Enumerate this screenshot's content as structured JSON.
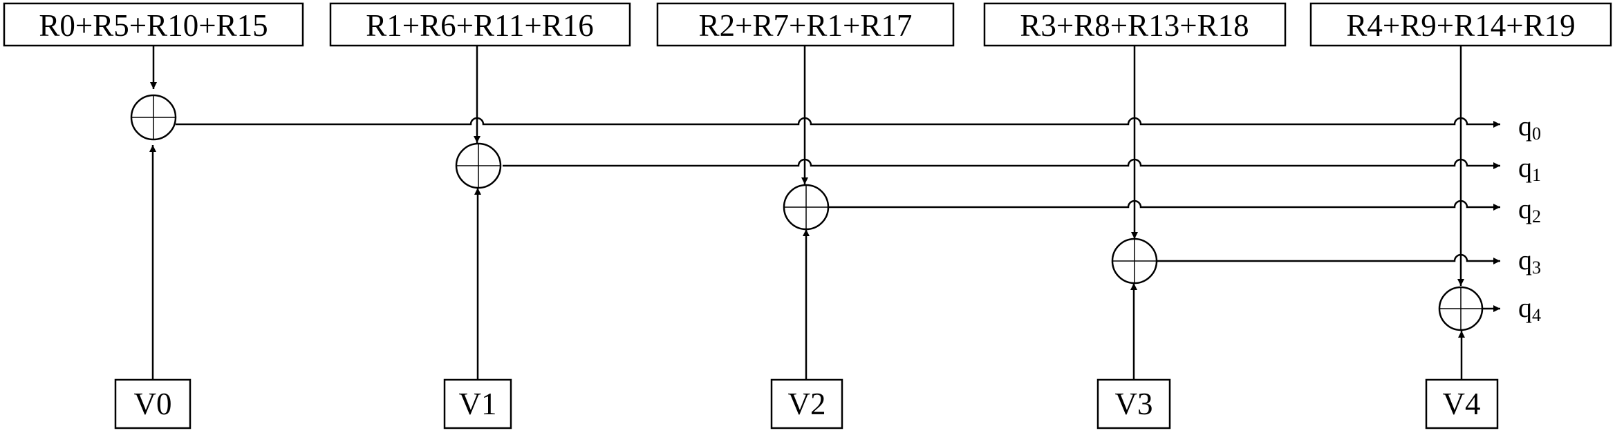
{
  "diagram": {
    "sum_boxes": [
      {
        "label": "R0+R5+R10+R15"
      },
      {
        "label": "R1+R6+R11+R16"
      },
      {
        "label": "R2+R7+R1+R17"
      },
      {
        "label": "R3+R8+R13+R18"
      },
      {
        "label": "R4+R9+R14+R19"
      }
    ],
    "input_boxes": [
      {
        "label": "V0"
      },
      {
        "label": "V1"
      },
      {
        "label": "V2"
      },
      {
        "label": "V3"
      },
      {
        "label": "V4"
      }
    ],
    "outputs": [
      {
        "base": "q",
        "sub": "0"
      },
      {
        "base": "q",
        "sub": "1"
      },
      {
        "base": "q",
        "sub": "2"
      },
      {
        "base": "q",
        "sub": "3"
      },
      {
        "base": "q",
        "sub": "4"
      }
    ]
  }
}
